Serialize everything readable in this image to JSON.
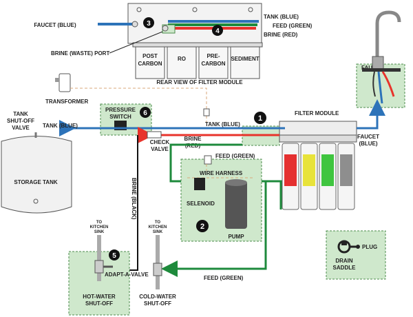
{
  "colors": {
    "blue": "#2d73b9",
    "red": "#e8332b",
    "green": "#1e8a3c",
    "black": "#111111",
    "zone_fill": "#cfe8cc",
    "zone_stroke": "#4b8b4b",
    "dash": "#d9a77a",
    "filter_red": "#e53030",
    "filter_yellow": "#e8e33a",
    "filter_green": "#3fc53f",
    "filter_gray": "#8e8e8e"
  },
  "rear_view": {
    "faucet_label": "FAUCET (BLUE)",
    "tank_label": "TANK (BLUE)",
    "feed_label": "FEED (GREEN)",
    "brine_label": "BRINE (RED)",
    "brine_port_label": "BRINE (WASTE) PORT",
    "filters": [
      {
        "line1": "POST",
        "line2": "CARBON"
      },
      {
        "line1": "RO",
        "line2": ""
      },
      {
        "line1": "PRE-",
        "line2": "CARBON"
      },
      {
        "line1": "SEDIMENT",
        "line2": ""
      }
    ],
    "caption": "REAR VIEW OF FILTER MODULE",
    "marker3": "3",
    "marker4": "4"
  },
  "main": {
    "transformer": "TRANSFORMER",
    "tank_valve": [
      "TANK",
      "SHUT-OFF",
      "VALVE"
    ],
    "tank_blue": "TANK (BLUE)",
    "pressure_switch": [
      "PRESSURE",
      "SWITCH"
    ],
    "marker6": "6",
    "tank_blue_right": "TANK (BLUE)",
    "marker1": "1",
    "filter_module": "FILTER MODULE",
    "check_valve": [
      "CHECK",
      "VALVE"
    ],
    "brine_red": [
      "BRINE",
      "(RED)"
    ],
    "faucet_top": "FAUCET",
    "faucet_blue": [
      "FAUCET",
      "(BLUE)"
    ],
    "storage_tank": "STORAGE TANK",
    "feed_green_top": "FEED (GREEN)",
    "wire_harness": "WIRE HARNESS",
    "selenoid": "SELENOID",
    "marker2": "2",
    "pump": "PUMP",
    "brine_black": "BRINE (BLACK)",
    "to_kitchen_sink_1": [
      "TO",
      "KITCHEN",
      "SINK"
    ],
    "to_kitchen_sink_2": [
      "TO",
      "KITCHEN",
      "SINK"
    ],
    "marker5": "5",
    "adapt_a_valve": "ADAPT-A-VALVE",
    "hot_water": [
      "HOT-WATER",
      "SHUT-OFF"
    ],
    "cold_water": [
      "COLD-WATER",
      "SHUT-OFF"
    ],
    "feed_green_bottom": "FEED (GREEN)",
    "plug": "PLUG",
    "drain_saddle": [
      "DRAIN",
      "SADDLE"
    ]
  }
}
